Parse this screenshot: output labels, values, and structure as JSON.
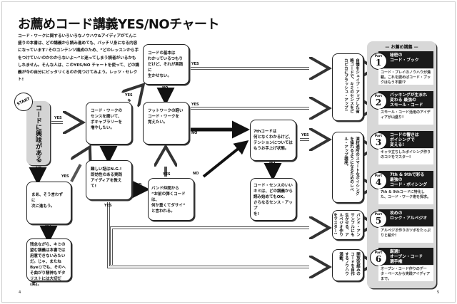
{
  "title": "お薦めコード講義YES/NOチャート",
  "intro": "コード・ワークに関するいろいろなノウハウ&アイディアがてんこ盛りの本書は、どの講義から読み進めても、バッチリ身になる内容になっています♪そのコンテンツ構成のため、“どのレッスンから手をつけていいのかわからないよ〜”と迷ってしまう読者がいるかもしれません。そんな人は、このYES/NO チャートを使って、どの講義が今の自分にピッタリくるのか見つけてみよう。レッツ・セレクト!",
  "start": {
    "badge": "START",
    "question": "コードに興味がある"
  },
  "labels": {
    "yes": "YES",
    "no": "NO"
  },
  "boxes": {
    "basics": "コードの基本は\nわかっているつもり\nだけど、それが実践に\n生かせない。",
    "sense": "コード・ワークの\nセンスを磨いて、\nボキャブラリーを\n増やしたい。",
    "footwork": "フットワークの軽い\nコード・ワークを\n覚えたい。",
    "maa": "まあ、そう言わずに\n次に進もう。",
    "zannen": "残念ながら、キミの望む講義は本書では用意できないみたいだ。じゃ、またね Bye☺でも、そのへそ曲がり精神もギタリストには大切だ(笑)。",
    "muzukashii": "難しい話はN.G.!\n即効性のある実践\nアイディアを教えて!",
    "band": "バンド仲間から\n“お前の弾くコードは、\n何か重くてダサイ”\nと言われる。",
    "seventh": "7thコードは\n何となくわかるけど、\nテンションについては\nもうお手上げ状態。",
    "good_sense": "コード・センスのいい\nキミは、どの講義から\n読み始めてもOK。\nさらなるセンス・アップ\nを!"
  },
  "results": [
    "自慢をシェイプ・アップした省略コードで、キミのセンスをピカピカにブラッシュ・アップ!",
    "演材適所のスマートなボイシングを操れるようになるためのレベル・アップ講座。",
    "バンド・アンサンブルにも生かせる、アルペジオ作りをマスター!",
    "開放弦絡みのコードを自作するノウハウ満載。"
  ],
  "panel": {
    "title": "— お薦め講義 —",
    "part_label": "Part",
    "parts": [
      {
        "num": "1",
        "title": "秘密の\nコード・ブック",
        "desc": "コード・プレイのノウハウが満載。これを読めばコード・ブックはもう不要!?"
      },
      {
        "num": "2",
        "title": "バッキングが生まれ\n変わる 最強の\nスモール・コード",
        "desc": "スモール・コード活用のアイディアが山盛り!"
      },
      {
        "num": "3",
        "title": "コードの響きは\nボイシングで\n変える!",
        "desc": "キャラ立ちしたボイシング作りのコツをマスター!"
      },
      {
        "num": "4",
        "title": "7th & 9thで彩る\n最強の\nコード・ボイシング",
        "desc": "7th & 9thコードに特化した、コード・ワーク術を探求。"
      },
      {
        "num": "5",
        "title": "攻めの\nロック・アルペジオ",
        "desc": "アルペジオ作りのツボをたっぷりと紹介!"
      },
      {
        "num": "6",
        "title": "厳選!\nオープン・コード\n選手権",
        "desc": "オープン・コード作りのデータ・ベースから実践アイディアまで。"
      }
    ]
  },
  "page_numbers": {
    "left": "4",
    "right": "5"
  }
}
